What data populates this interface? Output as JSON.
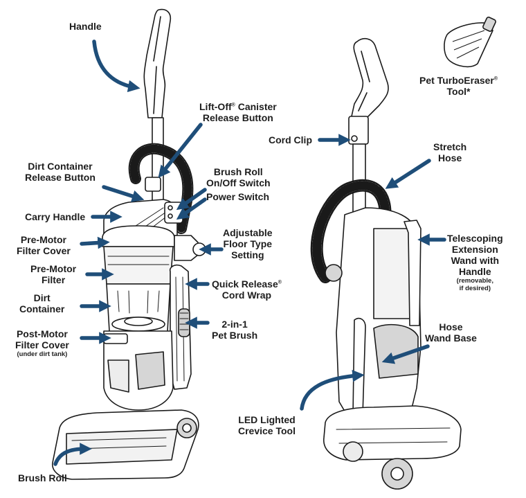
{
  "colors": {
    "arrow": "#1f4e79",
    "line": "#1a1a1a",
    "fill": "#ffffff",
    "shade": "#d6d6d6"
  },
  "labels": {
    "handle": "Handle",
    "canister_line1": "Lift-Off",
    "canister_mark": "®",
    "canister_line1b": " Canister",
    "canister_line2": "Release Button",
    "dirt_release_line1": "Dirt Container",
    "dirt_release_line2": "Release Button",
    "brushroll_switch_line1": "Brush Roll",
    "brushroll_switch_line2": "On/Off Switch",
    "power_switch": "Power Switch",
    "carry_handle": "Carry Handle",
    "premotor_cover_line1": "Pre-Motor",
    "premotor_cover_line2": "Filter Cover",
    "adjustable_line1": "Adjustable",
    "adjustable_line2": "Floor Type",
    "adjustable_line3": "Setting",
    "premotor_filter_line1": "Pre-Motor",
    "premotor_filter_line2": "Filter",
    "quick_release_line1": "Quick Release",
    "quick_release_mark": "®",
    "quick_release_line2": "Cord Wrap",
    "dirt_container_line1": "Dirt",
    "dirt_container_line2": "Container",
    "pet_brush_line1": "2-in-1",
    "pet_brush_line2": "Pet Brush",
    "postmotor_line1": "Post-Motor",
    "postmotor_line2": "Filter Cover",
    "postmotor_note": "(under dirt tank)",
    "brush_roll": "Brush Roll",
    "cord_clip": "Cord Clip",
    "pet_tool_line1": "Pet TurboEraser",
    "pet_tool_mark": "®",
    "pet_tool_line2": "Tool*",
    "stretch_hose_line1": "Stretch",
    "stretch_hose_line2": "Hose",
    "telescoping_line1": "Telescoping",
    "telescoping_line2": "Extension",
    "telescoping_line3": "Wand with",
    "telescoping_line4": "Handle",
    "telescoping_note1": "(removable,",
    "telescoping_note2": "if desired)",
    "hose_base_line1": "Hose",
    "hose_base_line2": "Wand Base",
    "led_line1": "LED Lighted",
    "led_line2": "Crevice Tool"
  }
}
